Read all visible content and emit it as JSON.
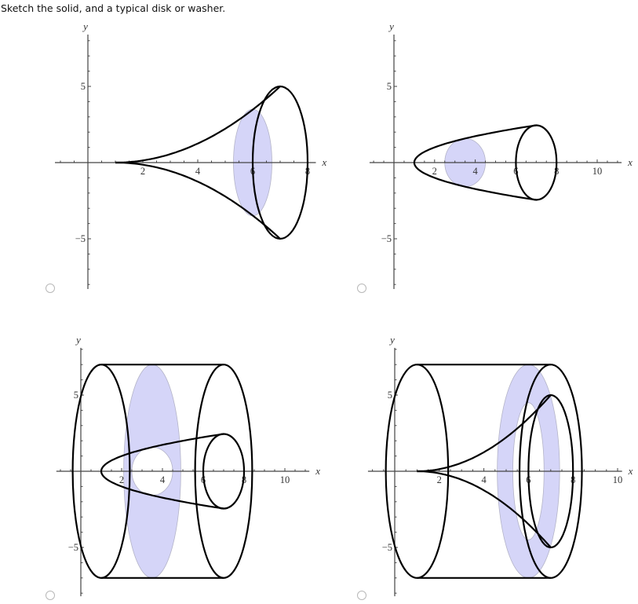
{
  "question": "Sketch the solid, and a typical disk or washer.",
  "colors": {
    "disk_fill": "#d5d5f8",
    "disk_edge": "#b4b4c8",
    "curve": "#000000",
    "axis": "#444444"
  },
  "options": [
    {
      "id": "top-left",
      "selected": false,
      "x_label": "x",
      "y_label": "y",
      "x_range": [
        -1.2,
        8.3
      ],
      "y_range": [
        -8.3,
        8.4
      ],
      "x_ticks": [
        {
          "value": 2,
          "label": "2"
        },
        {
          "value": 4,
          "label": "4"
        },
        {
          "value": 6,
          "label": "6"
        },
        {
          "value": 8,
          "label": "8"
        }
      ],
      "y_ticks": [
        {
          "value": 5,
          "label": "5"
        },
        {
          "value": -5,
          "label": "−5"
        }
      ]
    },
    {
      "id": "top-right",
      "selected": false,
      "x_label": "x",
      "y_label": "y",
      "x_range": [
        -1.2,
        11.2
      ],
      "y_range": [
        -8.3,
        8.4
      ],
      "x_ticks": [
        {
          "value": 2,
          "label": "2"
        },
        {
          "value": 4,
          "label": "4"
        },
        {
          "value": 6,
          "label": "6"
        },
        {
          "value": 8,
          "label": "8"
        },
        {
          "value": 10,
          "label": "10"
        }
      ],
      "y_ticks": [
        {
          "value": 5,
          "label": "5"
        },
        {
          "value": -5,
          "label": "−5"
        }
      ]
    },
    {
      "id": "bottom-left",
      "selected": false,
      "x_label": "x",
      "y_label": "y",
      "x_range": [
        -1.2,
        11.2
      ],
      "y_range": [
        -8.2,
        8.1
      ],
      "x_ticks": [
        {
          "value": 2,
          "label": "2"
        },
        {
          "value": 4,
          "label": "4"
        },
        {
          "value": 6,
          "label": "6"
        },
        {
          "value": 8,
          "label": "8"
        },
        {
          "value": 10,
          "label": "10"
        }
      ],
      "y_ticks": [
        {
          "value": 5,
          "label": "5"
        },
        {
          "value": -5,
          "label": "−5"
        }
      ]
    },
    {
      "id": "bottom-right",
      "selected": false,
      "x_label": "x",
      "y_label": "y",
      "x_range": [
        -1.2,
        10.2
      ],
      "y_range": [
        -8.2,
        8.1
      ],
      "x_ticks": [
        {
          "value": 2,
          "label": "2"
        },
        {
          "value": 4,
          "label": "4"
        },
        {
          "value": 6,
          "label": "6"
        },
        {
          "value": 8,
          "label": "8"
        },
        {
          "value": 10,
          "label": "10"
        }
      ],
      "y_ticks": [
        {
          "value": 5,
          "label": "5"
        },
        {
          "value": -5,
          "label": "−5"
        }
      ]
    }
  ]
}
